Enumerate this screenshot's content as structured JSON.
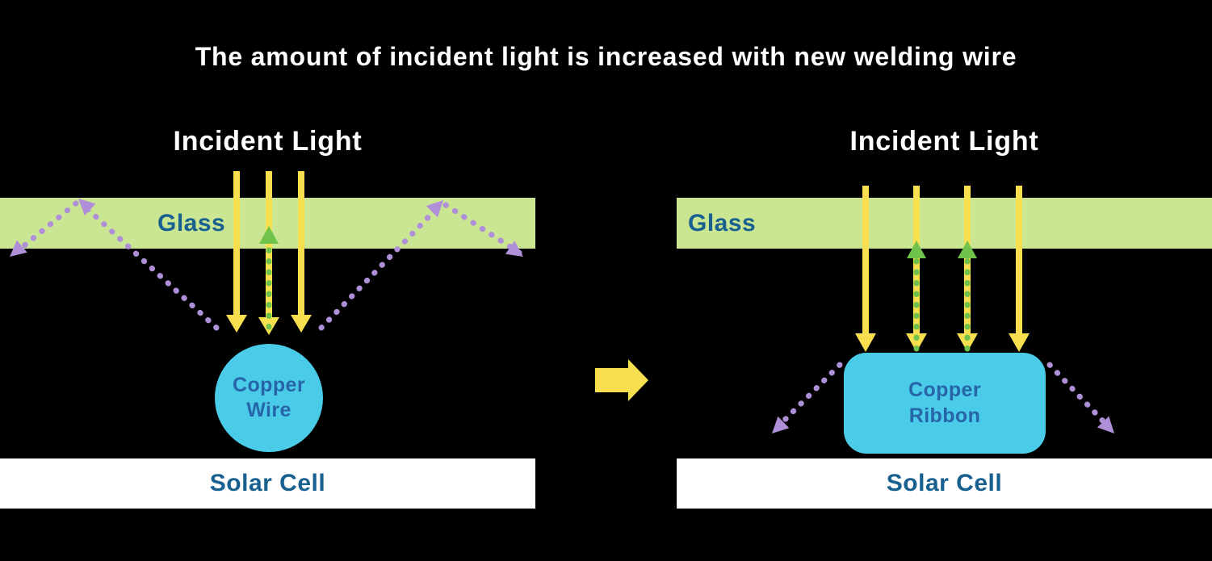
{
  "title": "The amount of incident light is increased with new welding wire",
  "colors": {
    "background": "#000000",
    "title_text": "#ffffff",
    "glass_fill": "#cbe693",
    "label_blue": "#17608f",
    "copper_label_blue": "#2565a8",
    "incident_light_yellow": "#f7df4f",
    "reflected_purple": "#ae8fd8",
    "upward_green": "#6fc24a",
    "copper_fill": "#4acbe8",
    "solar_cell_fill": "#ffffff"
  },
  "left_panel": {
    "incident_light_label": "Incident Light",
    "glass_label": "Glass",
    "copper_label_line1": "Copper",
    "copper_label_line2": "Wire",
    "solar_cell_label": "Solar Cell"
  },
  "right_panel": {
    "incident_light_label": "Incident Light",
    "glass_label": "Glass",
    "copper_label_line1": "Copper",
    "copper_label_line2": "Ribbon",
    "solar_cell_label": "Solar Cell"
  }
}
